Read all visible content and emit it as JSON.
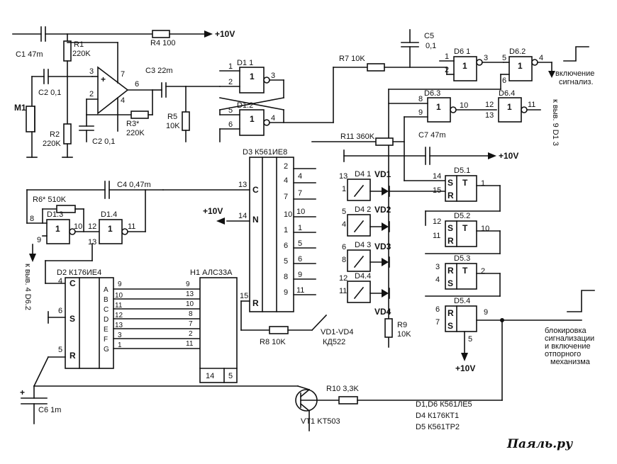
{
  "components": {
    "C1": "C1 47m",
    "R1": "R1",
    "R1_val": "220K",
    "R4": "R4 100",
    "C2a": "C2 0,1",
    "M1": "M1",
    "R2": "R2",
    "R2_val": "220K",
    "C2b": "C2 0,1",
    "R3": "R3*",
    "R3_val": "220K",
    "C3": "C3 22m",
    "R5": "R5",
    "R5_val": "10K",
    "R7": "R7 10K",
    "C5": "C5",
    "C5_val": "0,1",
    "R11": "R11 360K",
    "C7": "C7 47m",
    "C4": "C4 0,47m",
    "R6": "R6* 510K",
    "R8": "R8 10K",
    "R9": "R9",
    "R9_val": "10K",
    "R10": "R10 3,3K",
    "C6": "C6 1m",
    "VT1": "VT1 KT503",
    "VD_group": "VD1-VD4",
    "VD_type": "КД522"
  },
  "chips": {
    "D1_1": "D1 1",
    "D1_2": "D1.2",
    "D1_3": "D1.3",
    "D1_4": "D1.4",
    "D6_1": "D6 1",
    "D6_2": "D6.2",
    "D6_3": "D6.3",
    "D6_4": "D6.4",
    "D3": "D3 К561ИЕ8",
    "D2": "D2 К176ИЕ4",
    "H1": "H1 АЛС33А",
    "D4_1": "D4 1",
    "D4_2": "D4 2",
    "D4_3": "D4 3",
    "D4_4": "D4.4",
    "D5_1": "D5.1",
    "D5_2": "D5.2",
    "D5_3": "D5.3",
    "D5_4": "D5.4"
  },
  "diodes": [
    "VD1",
    "VD2",
    "VD3",
    "VD4"
  ],
  "power": "+10V",
  "notes": {
    "out1_line1": "включение",
    "out1_line2": "сигнализ.",
    "to_d13": "к выв. 9 D1 3",
    "to_d62": "к выв. 4 D6.2",
    "out2_line1": "блокировка",
    "out2_line2": "сигнализации",
    "out2_line3": "и включение",
    "out2_line4": "отпорного",
    "out2_line5": "механизма"
  },
  "legend": [
    "D1,D6 К561ЛЕ5",
    "D4 К176КТ1",
    "D5 К561ТР2"
  ],
  "logo": "Паяль.ру"
}
